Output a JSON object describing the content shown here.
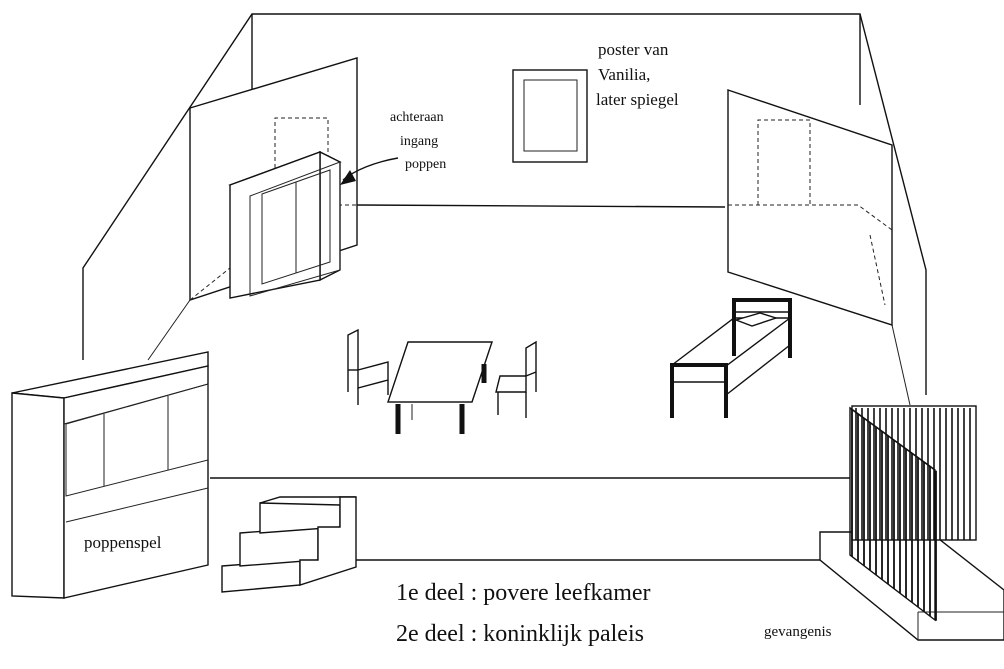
{
  "labels": {
    "poster_line1": "poster van",
    "poster_line2": "Vanilia,",
    "poster_line3": "later spiegel",
    "entrance_line1": "achteraan",
    "entrance_line2": "ingang",
    "entrance_line3": "poppen",
    "puppet_show": "poppenspel",
    "prison": "gevangenis",
    "part1": "1e deel : povere leefkamer",
    "part2": "2e deel : koninklijk paleis"
  }
}
